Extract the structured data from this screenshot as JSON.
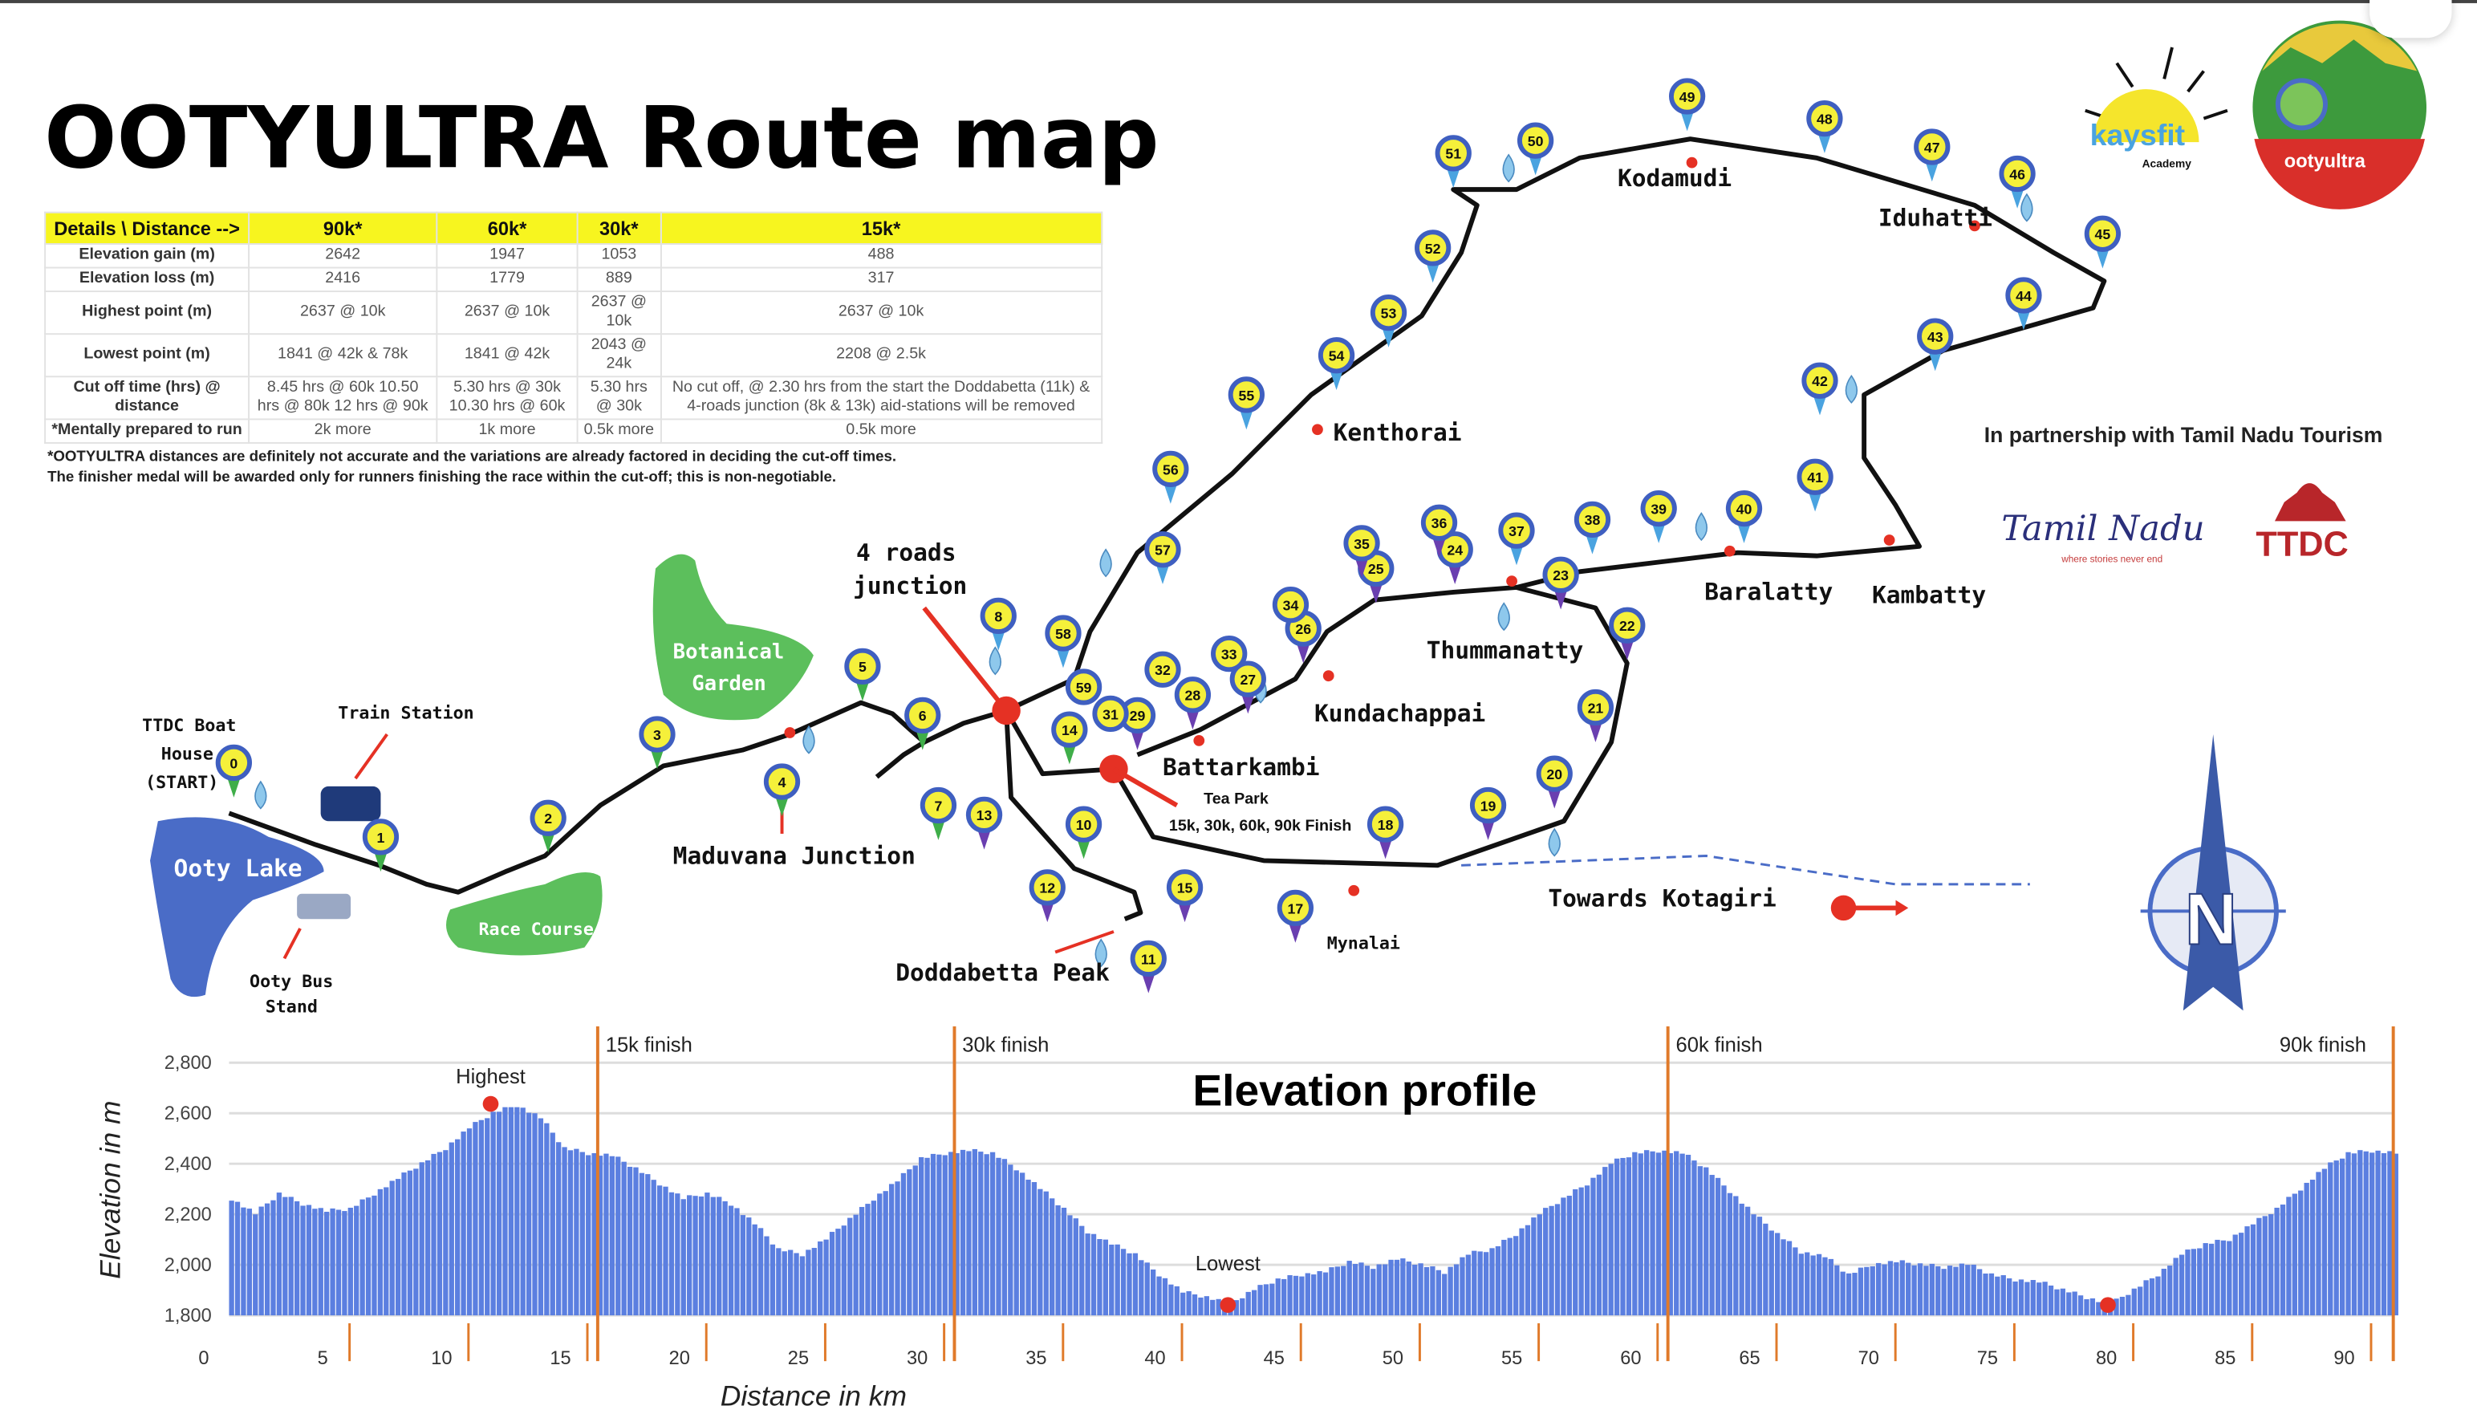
{
  "title": "OOTYULTRA Route map",
  "table": {
    "headers": [
      "Details \\ Distance -->",
      "90k*",
      "60k*",
      "30k*",
      "15k*"
    ],
    "rows": [
      [
        "Elevation gain (m)",
        "2642",
        "1947",
        "1053",
        "488"
      ],
      [
        "Elevation loss (m)",
        "2416",
        "1779",
        "889",
        "317"
      ],
      [
        "Highest point (m)",
        "2637 @ 10k",
        "2637 @ 10k",
        "2637 @ 10k",
        "2637 @ 10k"
      ],
      [
        "Lowest point (m)",
        "1841 @ 42k & 78k",
        "1841 @ 42k",
        "2043 @ 24k",
        "2208 @ 2.5k"
      ],
      [
        "Cut off time (hrs) @ distance",
        "8.45 hrs @ 60k 10.50 hrs @ 80k 12 hrs @ 90k",
        "5.30 hrs @ 30k 10.30 hrs @ 60k",
        "5.30 hrs @ 30k",
        "No cut off, @ 2.30 hrs from the start the Doddabetta (11k) & 4-roads junction (8k & 13k) aid-stations will be removed"
      ],
      [
        "*Mentally prepared to run",
        "2k more",
        "1k more",
        "0.5k more",
        "0.5k more"
      ]
    ],
    "notes": [
      "*OOTYULTRA distances are definitely not accurate and the variations are already factored in deciding the cut-off times.",
      "The finisher medal will be awarded only for runners finishing the race within the cut-off; this is non-negotiable."
    ]
  },
  "map": {
    "places": [
      "TTDC Boat",
      "House",
      "(START)",
      "Train Station",
      "Ooty Lake",
      "Ooty Bus",
      "Stand",
      "Race Course",
      "Botanical",
      "Garden",
      "Maduvana Junction",
      "4 roads",
      "junction",
      "Doddabetta Peak",
      "Battarkambi",
      "Tea Park",
      "15k, 30k, 60k, 90k Finish",
      "Mynalai",
      "Towards Kotagiri",
      "Kundachappai",
      "Thummanatty",
      "Baralatty",
      "Kambatty",
      "Kenthorai",
      "Kodamudi",
      "Iduhatti"
    ],
    "markers": [
      "0",
      "1",
      "2",
      "3",
      "4",
      "5",
      "6",
      "7",
      "8",
      "10",
      "11",
      "12",
      "13",
      "14",
      "15",
      "17",
      "18",
      "19",
      "20",
      "21",
      "22",
      "23",
      "24",
      "25",
      "26",
      "27",
      "28",
      "29",
      "31",
      "32",
      "33",
      "34",
      "35",
      "36",
      "37",
      "38",
      "39",
      "40",
      "41",
      "42",
      "43",
      "44",
      "45",
      "46",
      "47",
      "48",
      "49",
      "50",
      "51",
      "52",
      "53",
      "54",
      "55",
      "56",
      "57",
      "58",
      "59"
    ],
    "colors": {
      "route": "#111111",
      "lake": "#4a6cc7",
      "park": "#5cbf5c",
      "marker": "#f5f03a",
      "ring": "#3f5fc0",
      "accent": "#e53124",
      "tail_green": "#3fae49",
      "tail_purple": "#6a3fb0",
      "tail_blue": "#4aa3e0"
    }
  },
  "logos": {
    "kaysfit": "kaysfit",
    "kaysfit_sub": "Academy",
    "ootyultra": "ootyultra",
    "tn": "Tamil Nadu",
    "tn_sub": "where stories never end",
    "ttdc": "TTDC"
  },
  "partner": "In partnership with Tamil Nadu Tourism",
  "compass": "N",
  "chart_data": {
    "type": "bar",
    "title": "Elevation profile",
    "xlabel": "Distance in km",
    "ylabel": "Elevation in m",
    "ylim": [
      1800,
      2800
    ],
    "xlim": [
      0,
      91
    ],
    "yticks": [
      "1,800",
      "2,000",
      "2,200",
      "2,400",
      "2,600",
      "2,800"
    ],
    "xticks": [
      "0",
      "5",
      "10",
      "15",
      "20",
      "25",
      "30",
      "35",
      "40",
      "45",
      "50",
      "55",
      "60",
      "65",
      "70",
      "75",
      "80",
      "85",
      "90"
    ],
    "x": [
      0,
      1,
      2,
      3,
      4,
      5,
      6,
      7,
      8,
      9,
      10,
      11,
      12,
      13,
      14,
      15,
      16,
      17,
      18,
      19,
      20,
      21,
      22,
      23,
      24,
      25,
      26,
      27,
      28,
      29,
      30,
      31,
      32,
      33,
      34,
      35,
      36,
      37,
      38,
      39,
      40,
      41,
      42,
      43,
      44,
      45,
      46,
      47,
      48,
      49,
      50,
      51,
      52,
      53,
      54,
      55,
      56,
      57,
      58,
      59,
      60,
      61,
      62,
      63,
      64,
      65,
      66,
      67,
      68,
      69,
      70,
      71,
      72,
      73,
      74,
      75,
      76,
      77,
      78,
      79,
      80,
      81,
      82,
      83,
      84,
      85,
      86,
      87,
      88,
      89,
      90,
      91
    ],
    "values": [
      2260,
      2200,
      2280,
      2240,
      2210,
      2220,
      2280,
      2340,
      2400,
      2460,
      2540,
      2600,
      2630,
      2580,
      2460,
      2440,
      2430,
      2380,
      2320,
      2260,
      2280,
      2240,
      2160,
      2060,
      2040,
      2100,
      2180,
      2260,
      2330,
      2420,
      2440,
      2450,
      2440,
      2380,
      2300,
      2220,
      2130,
      2080,
      2040,
      1960,
      1890,
      1870,
      1841,
      1900,
      1940,
      1960,
      1970,
      2010,
      1990,
      2020,
      2000,
      1970,
      2040,
      2060,
      2120,
      2200,
      2260,
      2320,
      2400,
      2440,
      2450,
      2440,
      2380,
      2290,
      2200,
      2120,
      2050,
      2030,
      1960,
      2000,
      2010,
      2000,
      1990,
      2000,
      1960,
      1940,
      1930,
      1900,
      1870,
      1841,
      1900,
      1960,
      2040,
      2080,
      2100,
      2160,
      2220,
      2300,
      2380,
      2440,
      2450,
      2440
    ],
    "finish_lines": [
      {
        "km": 15.5,
        "label": "15k finish"
      },
      {
        "km": 30.5,
        "label": "30k finish"
      },
      {
        "km": 60.5,
        "label": "60k finish"
      },
      {
        "km": 91,
        "label": "90k finish"
      }
    ],
    "annotations": [
      {
        "km": 11,
        "elev": 2637,
        "label": "Highest"
      },
      {
        "km": 42,
        "elev": 1841,
        "label": "Lowest"
      },
      {
        "km": 79,
        "elev": 1841,
        "label": ""
      }
    ],
    "grid": true
  }
}
